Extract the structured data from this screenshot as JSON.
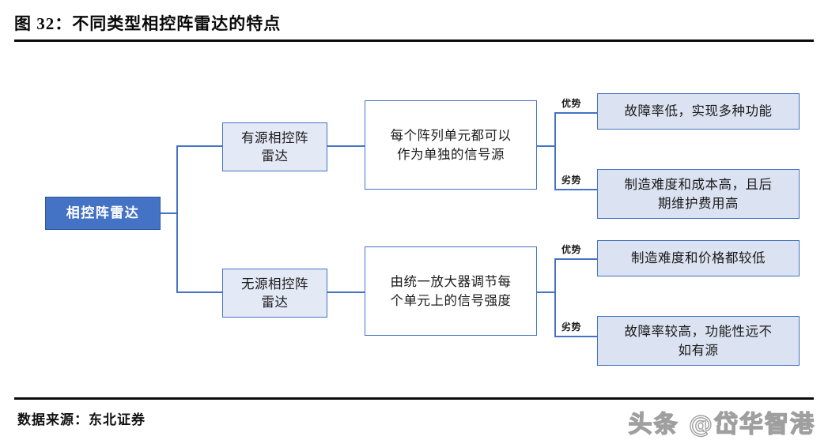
{
  "header": {
    "title": "图 32：不同类型相控阵雷达的特点"
  },
  "footer": {
    "source_label": "数据来源：东北证券",
    "watermark": "头条 @岱华智港"
  },
  "diagram": {
    "type": "tree",
    "orientation": "left-to-right",
    "root": {
      "label": "相控阵雷达"
    },
    "branches": [
      {
        "id": "active",
        "level2_label": "有源相控阵\n雷达",
        "level3_label": "每个阵列单元都可以\n作为单独的信号源",
        "outcomes": [
          {
            "edge_label": "优势",
            "text": "故障率低，实现多种功能"
          },
          {
            "edge_label": "劣势",
            "text": "制造难度和成本高，且后\n期维护费用高"
          }
        ]
      },
      {
        "id": "passive",
        "level2_label": "无源相控阵\n雷达",
        "level3_label": "由统一放大器调节每\n个单元上的信号强度",
        "outcomes": [
          {
            "edge_label": "优势",
            "text": "制造难度和价格都较低"
          },
          {
            "edge_label": "劣势",
            "text": "故障率较高，功能性远不\n如有源"
          }
        ]
      }
    ],
    "colors": {
      "root_fill": "#4472C4",
      "root_text": "#FFFFFF",
      "level2_fill": "#E4E9F6",
      "level3_fill": "#FFFFFF",
      "leaf_fill": "#DBE2F1",
      "border": "#4472C4",
      "connector": "#4472C4",
      "rule": "#0A0A0A"
    }
  }
}
